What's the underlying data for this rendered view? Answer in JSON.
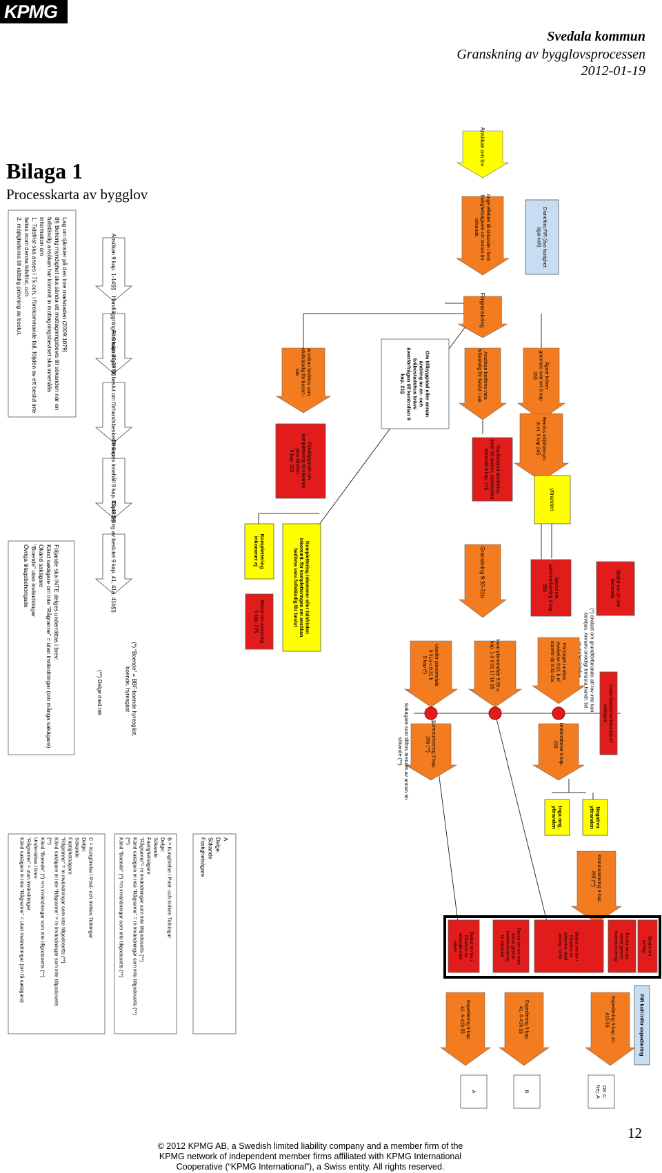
{
  "logo": {
    "text": "KPMG"
  },
  "header": {
    "line1": "Svedala kommun",
    "line2": "Granskning av bygglovsprocessen",
    "line3": "2012-01-19"
  },
  "title": "Bilaga 1",
  "subtitle": "Processkarta av bygglov",
  "page_number": "12",
  "footer": {
    "line1": "© 2012 KPMG AB, a Swedish limited liability company and a member firm of the",
    "line2": "KPMG network of independent member firms affiliated with KPMG International",
    "line3": "Cooperative (“KPMG International”), a Swiss entity. All rights reserved."
  },
  "colors": {
    "orange": "#F47C20",
    "red": "#E21B1B",
    "yellow": "#FFFF00",
    "blue": "#C9DDF2"
  },
  "diagram": {
    "start": [
      "Ansökan om lov"
    ],
    "dnr": [
      "Diarieföra FIR (åvs fastighet",
      "ägar-koll)"
    ],
    "notify": [
      "Ange effekter till sökande i form",
      "fastighetsägaren om annan än",
      "sökande"
    ],
    "granskning": [
      "Förgranskning"
    ],
    "complete_left": [
      "Ansökan bedöms vara",
      "ofullständig för beslut i",
      "sak"
    ],
    "tillbyggnad": [
      "Om tillbyggnad eller annan",
      "ändring av en- och",
      "tvåbostadshus krävs",
      "ävenförfrågan till kontrollan 9",
      "kap. 21§"
    ],
    "complete_mid": [
      "Ansökan bedöms vara",
      "fullständig för beslut i sak"
    ],
    "grannar": [
      "Ägare kräver",
      "grannars svar enl 9 kap",
      "25§"
    ],
    "red_komplettering": [
      "Föreläggande om",
      "komplettering till sökande",
      "plus tidsfrist",
      "9 kap. 22§"
    ],
    "red_startbesked": [
      "Startbesked meddelas",
      "inom 10 veckor, startbesked",
      "sökande 9 kap. 27§"
    ],
    "remiss": [
      "Remiss miljöhänsyn",
      "m.m. 9 kap 24§"
    ],
    "yttranden": [
      "yttranden"
    ],
    "ej_inkommer": [
      "Komplettering",
      "inkommer ej"
    ],
    "inkommer": [
      "Komplettering inkommer eller tidsfristen",
      "inkommit. för kompletteringen om ansökan",
      "bedöms vara fullständig för beslut"
    ],
    "granskning_mid": [
      "Granskning 9:30-31b"
    ],
    "red_sammanfattning": [
      "Beslut om",
      "sammanfattning 9 kap",
      "28§"
    ],
    "red_liten": [
      "Beslut om att inte",
      "behandla"
    ],
    "red_avvisning": [
      "Beslut om avvisning",
      "9 kap. 22§"
    ],
    "planer": [
      "Inom planområde 9:30 a",
      "kap. 1-3 9:31 17 16 §§"
    ],
    "utanfor": [
      "Utanför planområde",
      "9:31a-c.9:31 b",
      "9 kap (*)"
    ],
    "avvikelse": [
      "Förslaget innebär",
      "avvikelse 9:31 b el",
      "utanför dp 9:31-31c"
    ],
    "footnote_right": [
      "(*) endast om grundförfarande att lov inte kan",
      "beviljas. Annars onödigt belasta handl. tid",
      "m underrättelse."
    ],
    "red_underrattelse": [
      "Underrättelse/meddelande till",
      "sakägare"
    ],
    "kommunicering": [
      "Kommunicering 9 kap.",
      "26§ (**)"
    ],
    "underrattelse": [
      "Underrättelse 9 kap.",
      "25§"
    ],
    "inga_yttr": [
      "Inga neg.",
      "yttranden"
    ],
    "neg_yttr": [
      "Negativa",
      "yttranden"
    ],
    "sakagare_note": [
      "Sakägare som tillförs ärendet av annan än",
      "sökande (**)"
    ],
    "kommunicering2": [
      "Kommunicering 9 kap.",
      "26§ (**)"
    ],
    "beslut_box": [
      [
        "Beslut om lov i",
        "frånvaro av",
        "sökande med",
        "villkor"
      ],
      [
        "Beslut om lov med",
        "villkor genom",
        "kommunicering",
        "till sökande"
      ],
      [
        "Beslut om lov i",
        "frånvaro av",
        "sökande, med",
        "avslag / bifall"
      ],
      [
        "Beslut om lov",
        "villkor genom",
        "kommunicering"
      ],
      [
        "Beslut om",
        "avslag"
      ]
    ],
    "expediering": [
      [
        "Expediering 9 kap.",
        "41. A-41b §§"
      ],
      [
        "Expediering 9 kap.",
        "41. A-41b §§"
      ],
      [
        "Expediering 9 kap. 41-",
        "41b §§"
      ]
    ],
    "fir_koll": [
      "FIR koll inför expediering"
    ],
    "end_labels": [
      "A",
      "B",
      "OK C",
      "Nej: A"
    ],
    "legend_left": [
      "Lag om tjänster på den inre marknaden (2009:1079)",
      "8§ Behörig myndighet ska sända ett mottagningsbevis till sökanden när en",
      "fullständig ansökan har kommit in mottagningsbeviset ska innehålla",
      "information om",
      "1. Tidsfrist ska anses i 7§ och, i förekommande fall, följden av ett beslut inte",
      "fattas inom denna tidsfrist, och",
      "2. möjligheterna till rättslig prövning av beslut."
    ],
    "legend_flow": [
      "Ansökan 9 kap. 1-14§§",
      "Handläggningen 9 kap. 20-29 §§",
      "Förutsättningar för beslut om förhandsbesked 9 kap. 30-32§§",
      "Beslutets innehåll 9 kap. 40,43 §§",
      "Expediering av beslutet 9 kap. 41, 41a, 41b§§"
    ],
    "legend_bottom": [
      "Följande ska INTE delges underrättas i brev:",
      "Känd sakägare om inte “Rågranne” = utan invändningar (om många sakägare)",
      "Okänd sakägare",
      "“Boende” utan invändningar",
      "Övriga tillagsbehörigade"
    ],
    "boende_note": [
      "(*) “Boende” = BBF-boende hyresgäst,",
      "boende, hyresgäst"
    ],
    "delge_note": [
      "(**) Delge med rek"
    ],
    "box_a": [
      "A",
      "Delge:",
      "Sökande",
      "Fastighetsägare"
    ],
    "box_b": [
      "B = Kungörelse i Post- och Inrikes Tidningar",
      "Delge:",
      "Sökande",
      "Fastighetsägare",
      "“Rågranne”= m invändningar som inte tillgodosetts (**)",
      "Känd sakägare m inte “Rågranne” = m invändningar som inte tillgodosetts (**)",
      "(**)",
      "Känd “Boende” (*) =m invändningar som inte tillgodosetts (**)"
    ],
    "box_c": [
      "C = Kungörelse i Post- och Inrikes Tidningar",
      "Delge:",
      "Sökande",
      "Fastighetsägare",
      "“Rågranne” = m invändningar som inte tillgodosetts (**)",
      "Känd sakägare m inte “Rågranne” = m invändningar som inte tillgodosetts",
      "(**)",
      "Känd “Boende” (*) =m invändningar som inte tillgodosetts (**)",
      "Underrättas i brev:",
      "“Rågranne” = utan invändningar",
      "Känd sakägare m inte “Rågranne” = utan invändningar (om få sakägare)"
    ]
  }
}
